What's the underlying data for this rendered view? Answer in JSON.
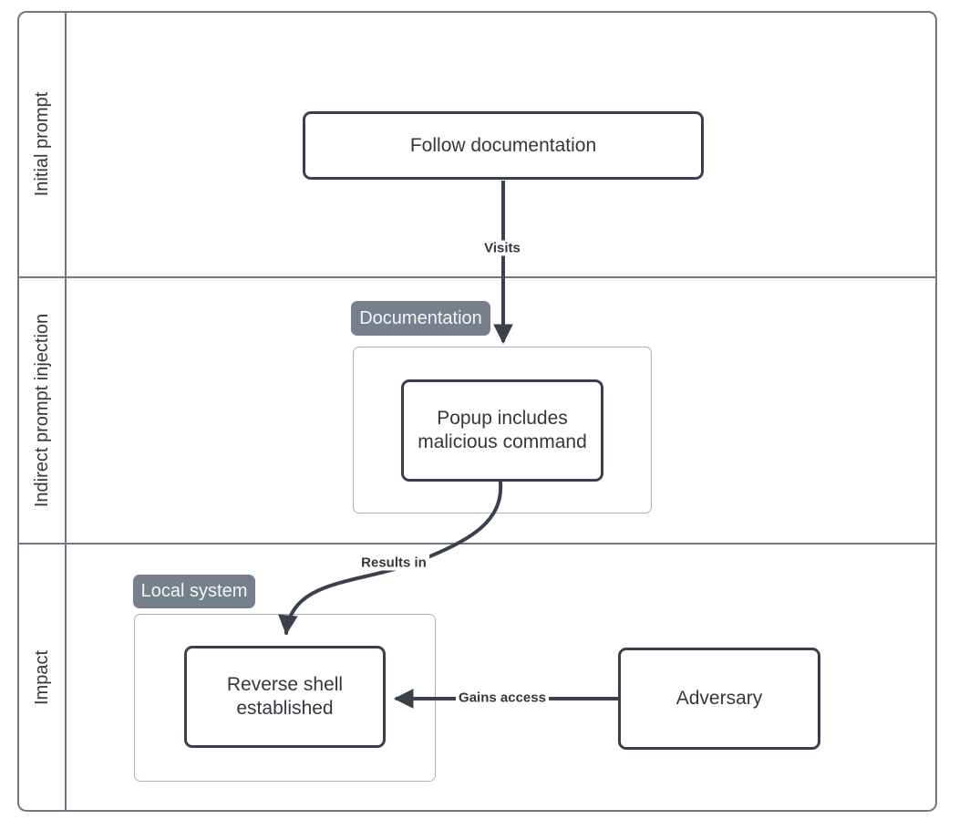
{
  "diagram": {
    "type": "swimlane-flowchart",
    "lanes": [
      {
        "label": "Initial prompt"
      },
      {
        "label": "Indirect prompt injection"
      },
      {
        "label": "Impact"
      }
    ],
    "nodes": {
      "follow_doc": {
        "label": "Follow documentation"
      },
      "popup": {
        "label": "Popup includes malicious command"
      },
      "reverse_shell": {
        "label": "Reverse shell established"
      },
      "adversary": {
        "label": "Adversary"
      }
    },
    "groups": {
      "documentation": {
        "label": "Documentation"
      },
      "local_system": {
        "label": "Local system"
      }
    },
    "edges": {
      "visits": {
        "label": "Visits",
        "from": "follow_doc",
        "to": "documentation-group"
      },
      "results_in": {
        "label": "Results in",
        "from": "popup",
        "to": "reverse_shell"
      },
      "gains_access": {
        "label": "Gains access",
        "from": "adversary",
        "to": "reverse_shell"
      }
    },
    "colors": {
      "node_border": "#3a414d",
      "arrow": "#3a414d",
      "badge_bg": "#76808c",
      "badge_text": "#f4f5f6",
      "lane_border": "#6f7883",
      "container_border": "#aeb3ba",
      "text": "#33383f",
      "background": "#ffffff"
    }
  }
}
